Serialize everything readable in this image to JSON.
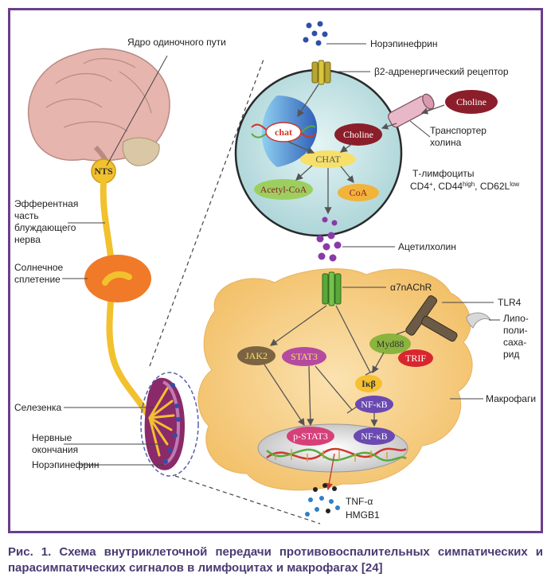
{
  "labels": {
    "nts_nucleus": "Ядро одиночного пути",
    "efferent": [
      "Эфферентная",
      "часть",
      "блуждающего",
      "нерва"
    ],
    "solar": [
      "Солнечное",
      "сплетение"
    ],
    "spleen": "Селезенка",
    "nerve_endings": [
      "Нервные",
      "окончания"
    ],
    "norepinephrine_left": "Норэпинефрин",
    "norepinephrine_top": "Норэпинефрин",
    "beta2": "β2-адренергический рецептор",
    "transporter": [
      "Транспортер",
      "холина"
    ],
    "tcells_line1": "Т-лимфоциты",
    "tcells_line2": "CD4+, CD44high, CD62Llow",
    "acetylcholine": "Ацетилхолин",
    "a7": "α7nAChR",
    "tlr4": "TLR4",
    "lps": [
      "Липо-",
      "поли-",
      "саха-",
      "рид"
    ],
    "macrophages": "Макрофаги",
    "tnf": "TNF-α",
    "hmgb1": "HMGB1"
  },
  "nodes": {
    "nts": "NTS",
    "chat_gene": "chat",
    "choline_out": "Choline",
    "choline_in": "Choline",
    "chat_enzyme": "CHAT",
    "acetyl_coa": "Acetyl-CoA",
    "coa": "CoA",
    "jak2": "JAK2",
    "stat3": "STAT3",
    "myd88": "Myd88",
    "trif": "TRIF",
    "ikb": "Iκβ",
    "nfkb_cyto": "NF-κB",
    "pstat3": "p-STAT3",
    "nfkb_nuc": "NF-κB"
  },
  "caption": "Рис. 1. Схема внутриклеточной передачи противовоспалительных симпатических и парасимпатических сигналов в лимфоцитах и макрофагах [24]",
  "colors": {
    "frame": "#6a3e8c",
    "caption": "#4a3a73",
    "brain": "#e3b2ab",
    "nerve": "#f2c12e",
    "solar_plexus": "#f07a28",
    "spleen": "#8a2a6a",
    "cell": "#cde7e7",
    "macrophage": "#f6cd7f",
    "choline": "#8b1e2a",
    "chat": "#f6e06a",
    "acetyl_coa": "#9ccf5f",
    "coa": "#f2b33a",
    "jak2": "#7b6343",
    "stat3": "#b54aa0",
    "myd88": "#8ab43d",
    "trif": "#d8262f",
    "nfkb": "#6a4ab0",
    "molecules_blue": "#2f4fa8",
    "molecules_purple": "#8a3aa8"
  }
}
